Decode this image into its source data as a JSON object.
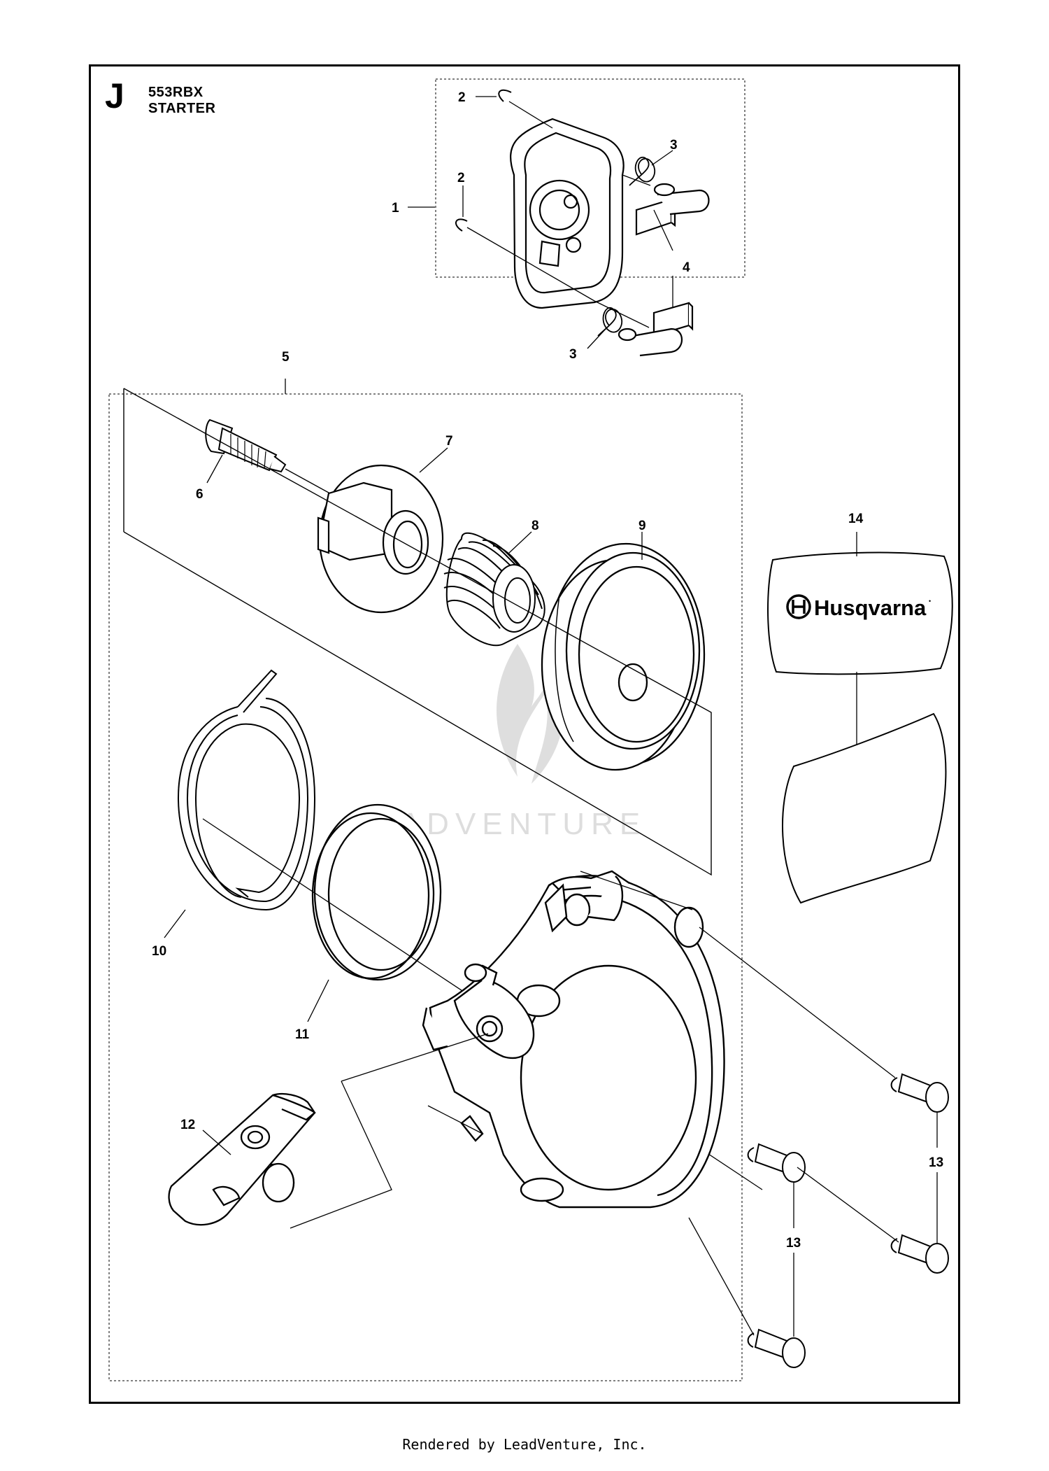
{
  "header": {
    "section_letter": "J",
    "model": "553RBX",
    "assembly": "STARTER"
  },
  "watermark": "LEADVENTURE",
  "decal_brand": "Husqvarna",
  "footer": "Rendered by LeadVenture, Inc.",
  "callouts": {
    "c1": "1",
    "c2a": "2",
    "c2b": "2",
    "c3a": "3",
    "c3b": "3",
    "c4": "4",
    "c5": "5",
    "c6": "6",
    "c7": "7",
    "c8": "8",
    "c9": "9",
    "c10": "10",
    "c11": "11",
    "c12": "12",
    "c13a": "13",
    "c13b": "13",
    "c14": "14"
  }
}
